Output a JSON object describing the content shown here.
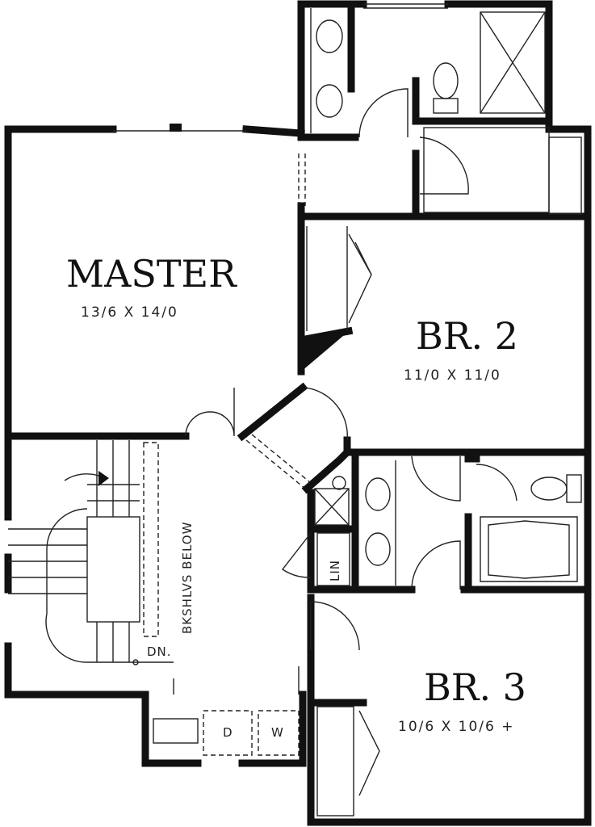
{
  "rooms": {
    "master": {
      "name": "MASTER",
      "size": "13/6 X 14/0"
    },
    "br2": {
      "name": "BR. 2",
      "size": "11/0 X 11/0"
    },
    "br3": {
      "name": "BR. 3",
      "size": "10/6 X 10/6 +"
    }
  },
  "labels": {
    "bookshelves": "BKSHLVS BELOW",
    "down": "DN.",
    "dryer": "D",
    "washer": "W",
    "linen": "LIN"
  },
  "colors": {
    "wall": "#111111",
    "background": "#ffffff"
  }
}
